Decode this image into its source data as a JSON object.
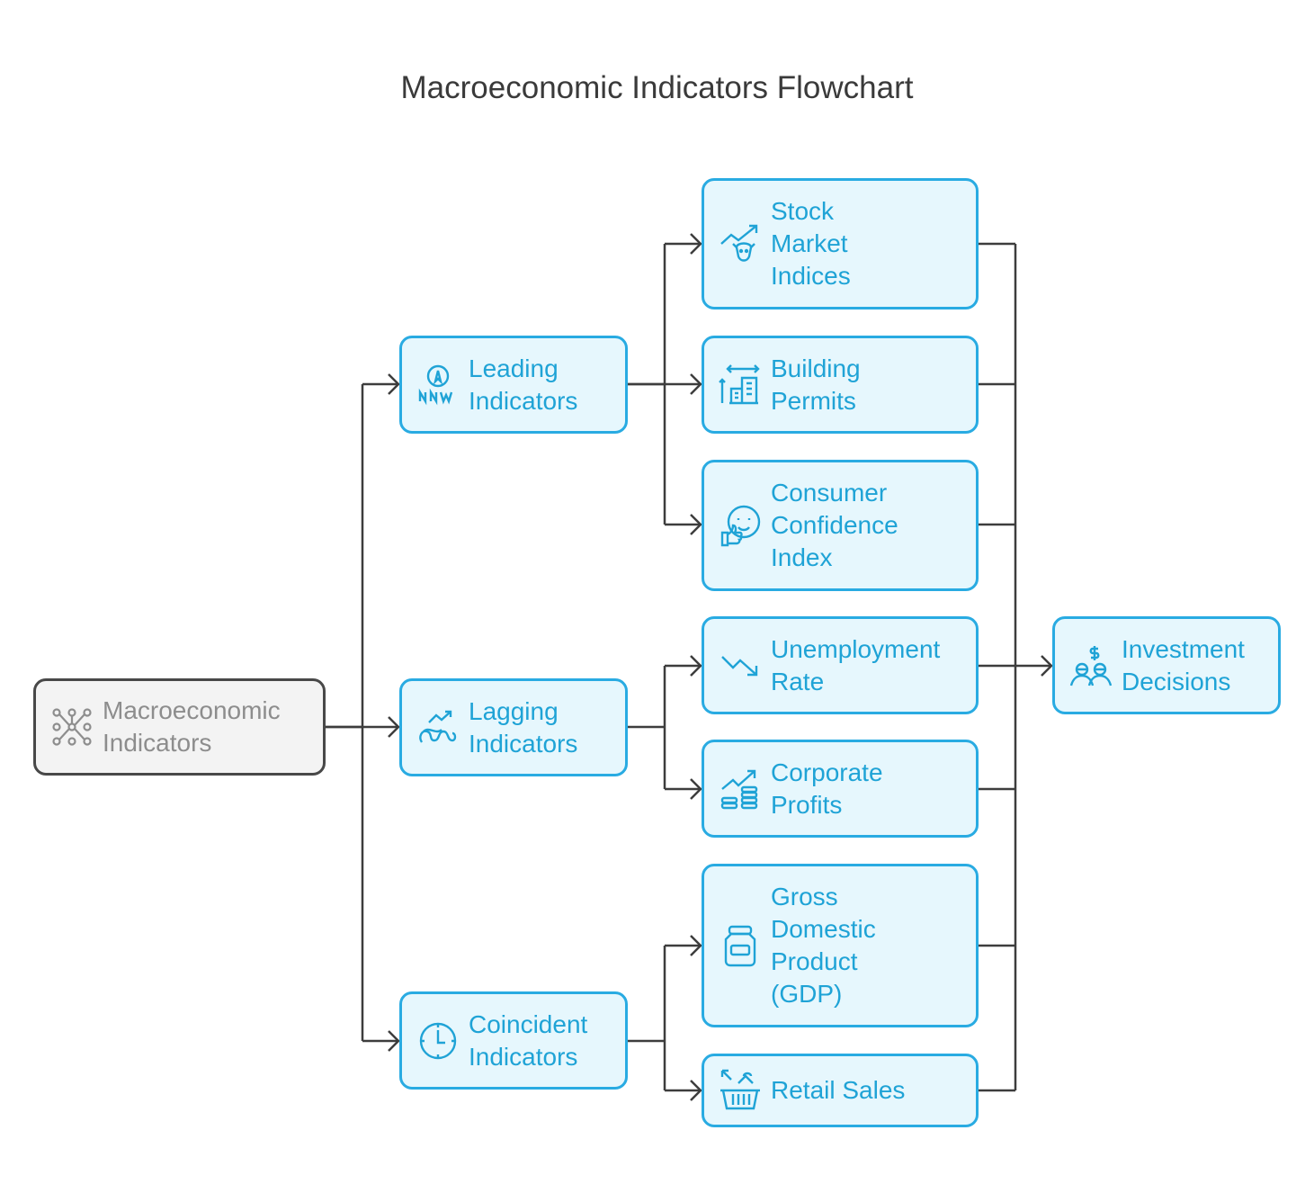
{
  "title": "Macroeconomic Indicators Flowchart",
  "colors": {
    "accent": "#29abe2",
    "text_accent": "#1fa3d6",
    "root_border": "#484848",
    "root_text": "#8d8d8d",
    "fill": "#e6f7fd",
    "root_fill": "#f3f3f3",
    "edge": "#3d3d3d"
  },
  "nodes": {
    "macro": {
      "label": "Macroeconomic\nIndicators",
      "icon": "network-nodes-icon"
    },
    "leading": {
      "label": "Leading\nIndicators",
      "icon": "compass-icon"
    },
    "lagging": {
      "label": "Lagging\nIndicators",
      "icon": "trend-squiggle-icon"
    },
    "coincident": {
      "label": "Coincident\nIndicators",
      "icon": "clock-icon"
    },
    "stock": {
      "label": "Stock\nMarket\nIndices",
      "icon": "bull-chart-icon"
    },
    "permits": {
      "label": "Building\nPermits",
      "icon": "building-icon"
    },
    "consumer": {
      "label": "Consumer\nConfidence\nIndex",
      "icon": "smile-thumb-icon"
    },
    "unemployment": {
      "label": "Unemployment\nRate",
      "icon": "trend-down-icon"
    },
    "corporate": {
      "label": "Corporate\nProfits",
      "icon": "coins-chart-icon"
    },
    "gdp": {
      "label": "Gross\nDomestic\nProduct\n(GDP)",
      "icon": "jar-icon"
    },
    "retail": {
      "label": "Retail Sales",
      "icon": "basket-icon"
    },
    "investment": {
      "label": "Investment\nDecisions",
      "icon": "investors-icon"
    }
  },
  "edges": [
    [
      "macro",
      "leading"
    ],
    [
      "macro",
      "lagging"
    ],
    [
      "macro",
      "coincident"
    ],
    [
      "leading",
      "stock"
    ],
    [
      "leading",
      "permits"
    ],
    [
      "leading",
      "consumer"
    ],
    [
      "lagging",
      "unemployment"
    ],
    [
      "lagging",
      "corporate"
    ],
    [
      "coincident",
      "gdp"
    ],
    [
      "coincident",
      "retail"
    ],
    [
      "stock",
      "investment"
    ],
    [
      "permits",
      "investment"
    ],
    [
      "consumer",
      "investment"
    ],
    [
      "unemployment",
      "investment"
    ],
    [
      "corporate",
      "investment"
    ],
    [
      "gdp",
      "investment"
    ],
    [
      "retail",
      "investment"
    ]
  ]
}
